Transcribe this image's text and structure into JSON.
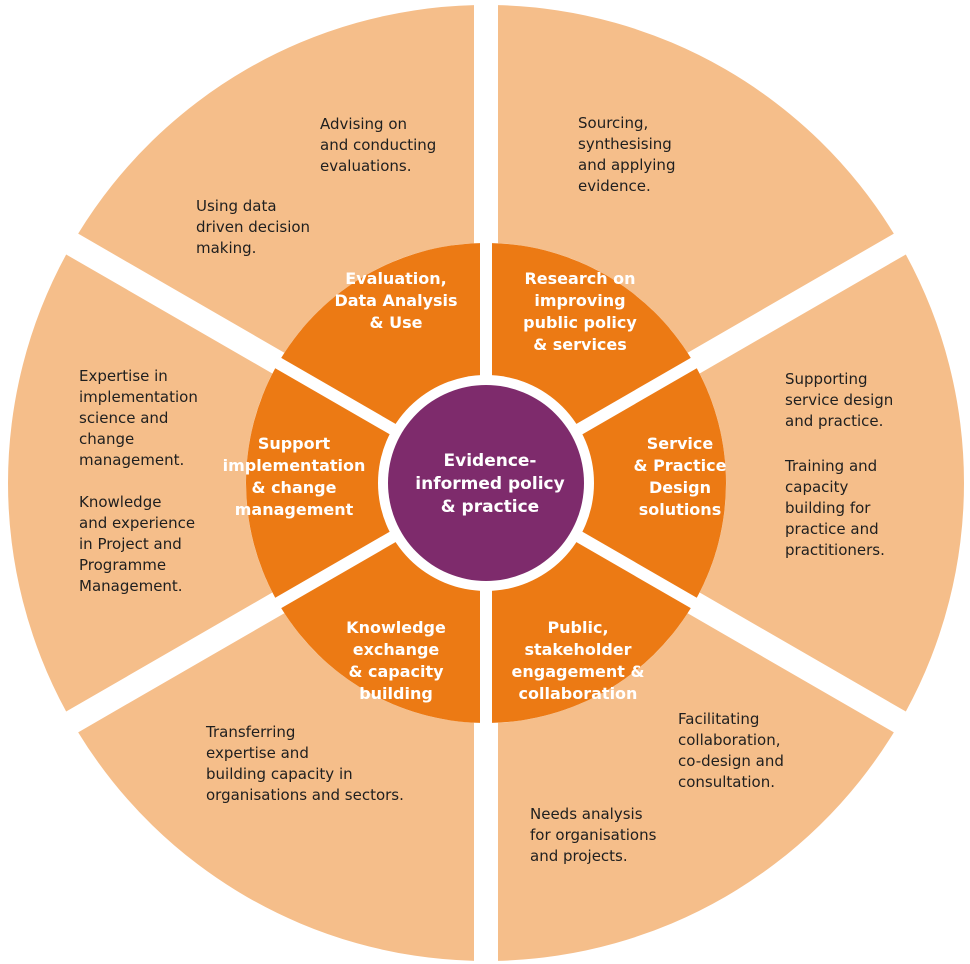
{
  "colors": {
    "outer_ring": "#F5BE8A",
    "inner_ring": "#EC7A14",
    "center": "#7E2B6C",
    "gap": "#FFFFFF",
    "outer_text": "#1F1F1F",
    "inner_text": "#FFFFFF"
  },
  "center": {
    "lines": [
      "Evidence-",
      "informed policy",
      "& practice"
    ]
  },
  "segments": [
    {
      "id": "research",
      "inner_lines": [
        "Research on",
        "improving",
        "public policy",
        "& services"
      ],
      "outer_blocks": [
        [
          "Sourcing,",
          "synthesising",
          "and applying",
          "evidence."
        ]
      ]
    },
    {
      "id": "service-design",
      "inner_lines": [
        "Service",
        "& Practice",
        "Design",
        "solutions"
      ],
      "outer_blocks": [
        [
          "Supporting",
          "service design",
          "and practice."
        ],
        [
          "Training and",
          "capacity",
          "building for",
          "practice and",
          "practitioners."
        ]
      ]
    },
    {
      "id": "engagement",
      "inner_lines": [
        "Public,",
        "stakeholder",
        "engagement &",
        "collaboration"
      ],
      "outer_blocks": [
        [
          "Facilitating",
          "collaboration,",
          "co-design and",
          "consultation."
        ],
        [
          "Needs analysis",
          "for organisations",
          "and projects."
        ]
      ]
    },
    {
      "id": "knowledge-exchange",
      "inner_lines": [
        "Knowledge",
        "exchange",
        "& capacity",
        "building"
      ],
      "outer_blocks": [
        [
          "Transferring",
          "expertise and",
          "building capacity in",
          "organisations and sectors."
        ]
      ]
    },
    {
      "id": "implementation",
      "inner_lines": [
        "Support",
        "implementation",
        "& change",
        "management"
      ],
      "outer_blocks": [
        [
          "Expertise in",
          "implementation",
          "science and",
          "change",
          "management."
        ],
        [
          "Knowledge",
          "and experience",
          "in Project and",
          "Programme",
          "Management."
        ]
      ]
    },
    {
      "id": "evaluation",
      "inner_lines": [
        "Evaluation,",
        "Data Analysis",
        "& Use"
      ],
      "outer_blocks": [
        [
          "Advising on",
          "and conducting",
          "evaluations."
        ],
        [
          "Using data",
          "driven decision",
          "making."
        ]
      ]
    }
  ]
}
